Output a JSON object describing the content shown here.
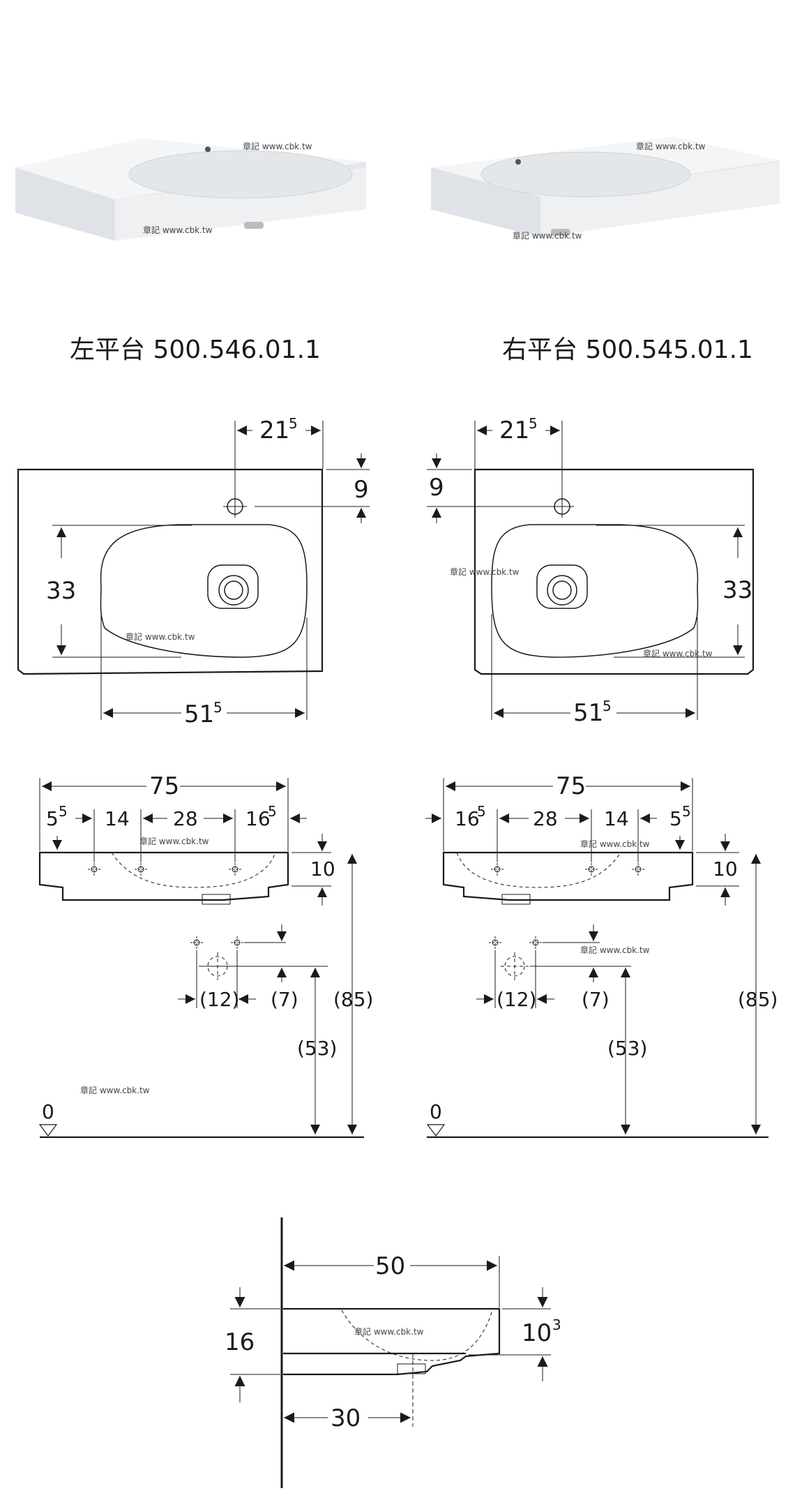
{
  "captions": {
    "left_model": "左平台 500.546.01.1",
    "right_model": "右平台 500.545.01.1"
  },
  "watermark": "章記 www.cbk.tw",
  "top_view": {
    "faucet_offset": "21",
    "faucet_offset_sup": "5",
    "faucet_from_back": "9",
    "bowl_depth": "33",
    "bowl_width": "51",
    "bowl_width_sup": "5"
  },
  "front_view_left": {
    "overall_width": "75",
    "left_edge": "5",
    "left_edge_sup": "5",
    "hole_spacing_a": "14",
    "hole_spacing_b": "28",
    "right_edge": "16",
    "right_edge_sup": "5",
    "rim_height": "10",
    "fixing_spacing": "(12)",
    "fixing_drop": "(7)",
    "waste_height": "(53)",
    "rim_from_floor": "(85)",
    "floor_level": "0"
  },
  "front_view_right": {
    "overall_width": "75",
    "left_edge": "16",
    "left_edge_sup": "5",
    "hole_spacing_b": "28",
    "hole_spacing_a": "14",
    "right_edge": "5",
    "right_edge_sup": "5",
    "rim_height": "10",
    "fixing_spacing": "(12)",
    "fixing_drop": "(7)",
    "waste_height": "(53)",
    "rim_from_floor": "(85)",
    "floor_level": "0"
  },
  "side_view": {
    "overall_depth": "50",
    "total_height": "16",
    "rim_thickness": "10",
    "rim_thickness_sup": "3",
    "waste_from_wall": "30"
  },
  "colors": {
    "line": "#1a1a1a",
    "ceramic": "#eef0f2",
    "ceramic_shade": "#d6dade"
  }
}
